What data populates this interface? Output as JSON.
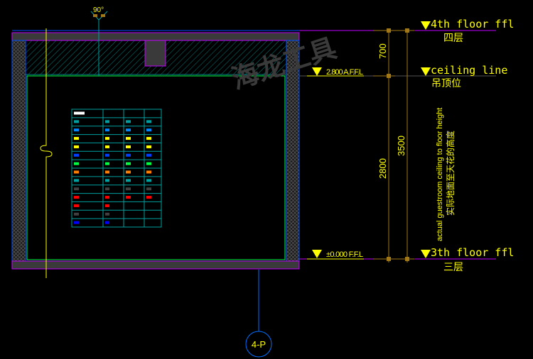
{
  "watermark": "海龙工具",
  "angle_label": "90°",
  "section_marker": "4-P",
  "levels": {
    "top": {
      "label": "4th floor ffl",
      "cn": "四层"
    },
    "ceiling": {
      "label": "ceiling line",
      "cn": "吊顶位",
      "elevation": "2.800 A.F.F.L"
    },
    "bottom": {
      "label": "3th floor ffl",
      "cn": "三层",
      "elevation": "±0.000 F.F.L"
    }
  },
  "dimensions": {
    "upper": "700",
    "lower": "2800",
    "total": "3500"
  },
  "note": {
    "en": "actual guestroom ceiling to floor height",
    "cn": "实际地面至天花的高度"
  },
  "colors": {
    "slab": "#3a3a3a",
    "purple": "#c000ff",
    "teal": "#00a0a0",
    "green": "#00ff40",
    "dim": "#a07818",
    "blue": "#0070ff",
    "text": "#ffff00"
  },
  "legend": {
    "rows": [
      [
        "#ffffff",
        "",
        "",
        ""
      ],
      [
        "#00a0a0",
        "#00a0a0",
        "#00a0a0",
        "#00a0a0"
      ],
      [
        "#0088ff",
        "#0088ff",
        "#0088ff",
        "#0088ff"
      ],
      [
        "#ffff00",
        "#ffff00",
        "#ffff00",
        "#ffff00"
      ],
      [
        "#ffff00",
        "#ffff00",
        "#ffff00",
        "#ffff00"
      ],
      [
        "#0040ff",
        "#0040ff",
        "#0040ff",
        "#0040ff"
      ],
      [
        "#00ff40",
        "#00ff40",
        "#00ff40",
        "#00ff40"
      ],
      [
        "#ff8000",
        "#ff8000",
        "#ff8000",
        "#ff8000"
      ],
      [
        "#00a0a0",
        "#00a0a0",
        "#00a0a0",
        "#00a0a0"
      ],
      [
        "#404040",
        "#404040",
        "#404040",
        "#404040"
      ],
      [
        "#ff0000",
        "#ff0000",
        "#ff0000",
        "#ff0000"
      ],
      [
        "#ff0000",
        "#ff0000",
        "",
        ""
      ],
      [
        "#404040",
        "#404040",
        "",
        ""
      ],
      [
        "#0000ff",
        "#0000ff",
        "",
        ""
      ]
    ]
  }
}
